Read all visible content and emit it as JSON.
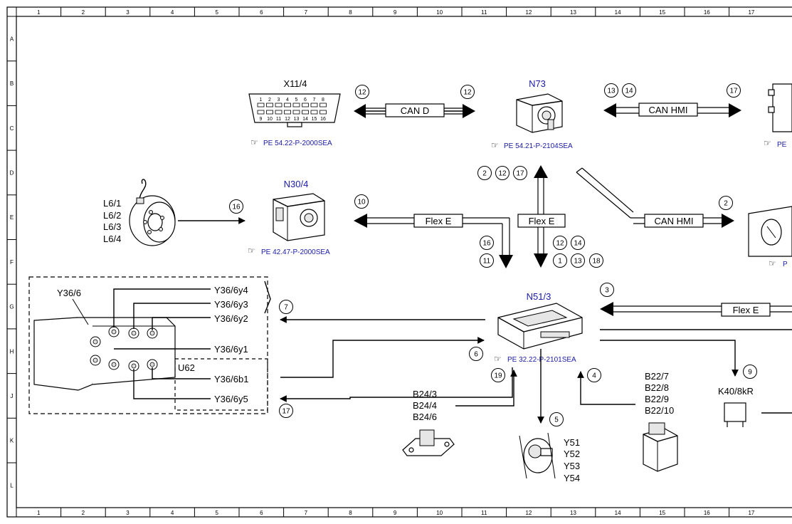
{
  "grid": {
    "columns": [
      "1",
      "2",
      "3",
      "4",
      "5",
      "6",
      "7",
      "8",
      "9",
      "10",
      "11",
      "12",
      "13",
      "14",
      "15",
      "16",
      "17"
    ],
    "rows": [
      "A",
      "B",
      "C",
      "D",
      "E",
      "F",
      "G",
      "H",
      "J",
      "K",
      "L"
    ]
  },
  "components": {
    "x11_4": {
      "name": "X11/4",
      "ref": "PE 54.22-P-2000SEA",
      "pins_top": [
        "1",
        "2",
        "3",
        "4",
        "5",
        "6",
        "7",
        "8"
      ],
      "pins_bottom": [
        "9",
        "10",
        "11",
        "12",
        "13",
        "14",
        "15",
        "16"
      ]
    },
    "n73": {
      "name": "N73",
      "ref": "PE 54.21-P-2104SEA"
    },
    "n30_4": {
      "name": "N30/4",
      "ref": "PE 42.47-P-2000SEA"
    },
    "n51_3": {
      "name": "N51/3",
      "ref": "PE 32.22-P-2101SEA"
    },
    "right_top": {
      "ref": "PE"
    },
    "right_mid": {
      "ref": "P"
    },
    "sensors_l6": [
      "L6/1",
      "L6/2",
      "L6/3",
      "L6/4"
    ],
    "y36_6": {
      "name": "Y36/6",
      "valves": [
        "Y36/6y4",
        "Y36/6y3",
        "Y36/6y2",
        "Y36/6y1",
        "Y36/6b1",
        "Y36/6y5"
      ],
      "sub": "U62"
    },
    "b24": [
      "B24/3",
      "B24/4",
      "B24/6"
    ],
    "y5x": [
      "Y51",
      "Y52",
      "Y53",
      "Y54"
    ],
    "b22": [
      "B22/7",
      "B22/8",
      "B22/9",
      "B22/10"
    ],
    "k40": {
      "name": "K40/8kR"
    }
  },
  "buses": {
    "can_d": "CAN D",
    "can_hmi_top": "CAN HMI",
    "can_hmi_mid": "CAN HMI",
    "flex_left": "Flex E",
    "flex_vert": "Flex E",
    "flex_right": "Flex E"
  },
  "callouts": {
    "c12a": "12",
    "c12b": "12",
    "c13a": "13",
    "c14a": "14",
    "c17a": "17",
    "c2a": "2",
    "c12c": "12",
    "c17b": "17",
    "c16a": "16",
    "c10": "10",
    "c2b": "2",
    "c16b": "16",
    "c11": "11",
    "c12d": "12",
    "c14b": "14",
    "c1": "1",
    "c13b": "13",
    "c18": "18",
    "c3": "3",
    "c7": "7",
    "c6": "6",
    "c19": "19",
    "c4": "4",
    "c9": "9",
    "c5": "5",
    "c17c": "17"
  }
}
